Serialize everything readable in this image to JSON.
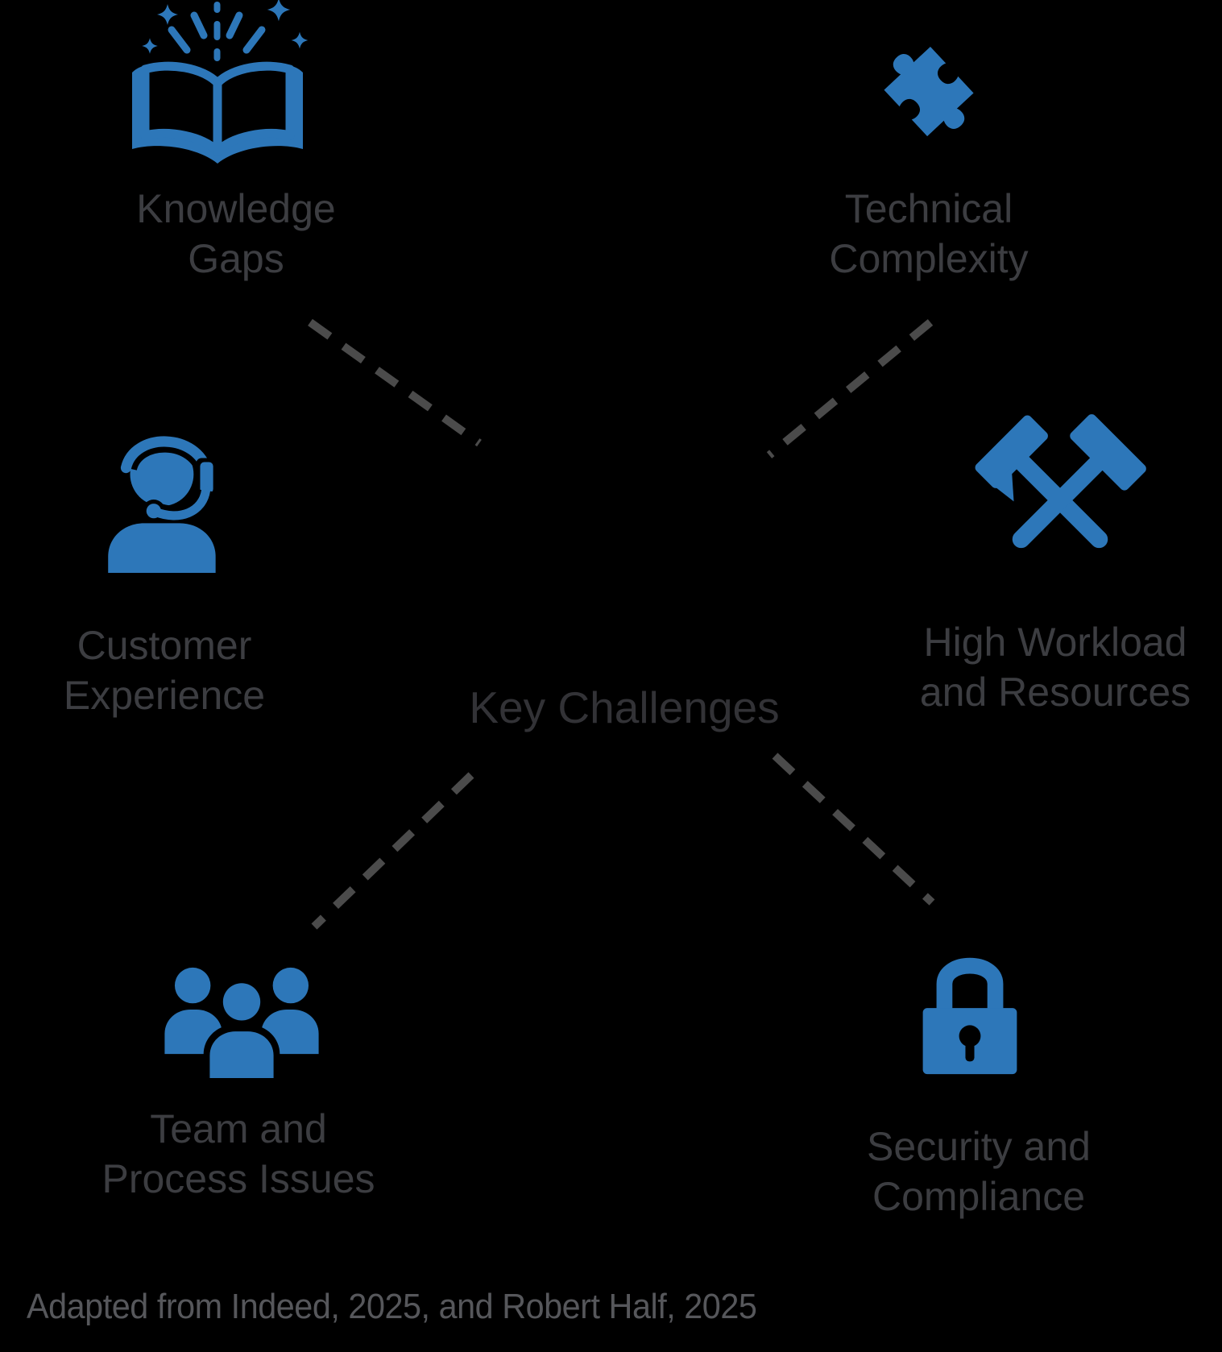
{
  "title": {
    "text": "Key Challenges"
  },
  "footer": {
    "text": "Adapted from Indeed, 2025, and Robert Half, 2025"
  },
  "colors": {
    "bg": "#000000",
    "icon_blue": "#2d77b9",
    "dash_gray": "#4b4b4b",
    "label_gray": "#3c3d41",
    "title_gray": "#323236",
    "footer_gray": "#56575b"
  },
  "nodes": [
    {
      "id": "knowledge-gaps",
      "icon": "book-sparkles-icon",
      "lines": [
        "Knowledge",
        "Gaps"
      ]
    },
    {
      "id": "technical-complexity",
      "icon": "puzzle-piece-icon",
      "lines": [
        "Technical",
        "Complexity"
      ]
    },
    {
      "id": "customer-experience",
      "icon": "headset-person-icon",
      "lines": [
        "Customer",
        "Experience"
      ]
    },
    {
      "id": "high-workload",
      "icon": "crossed-hammers-icon",
      "lines": [
        "High Workload",
        "and Resources"
      ]
    },
    {
      "id": "team-process-issues",
      "icon": "people-group-icon",
      "lines": [
        "Team and",
        "Process Issues"
      ]
    },
    {
      "id": "security-compliance",
      "icon": "padlock-icon",
      "lines": [
        "Security and",
        "Compliance"
      ]
    }
  ]
}
